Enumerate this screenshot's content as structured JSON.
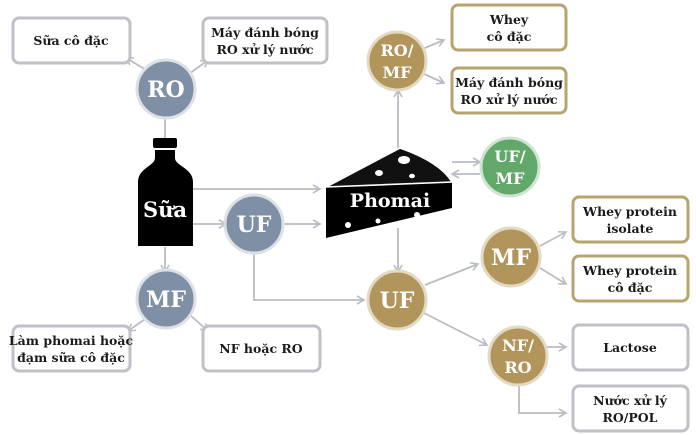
{
  "colors": {
    "gray_box": "#c0c1c7",
    "gold_box": "#b7a571",
    "blue_circle": "#7f8fa6",
    "gold_circle": "#b2955a",
    "green_circle": "#63a86b",
    "arrow": "#b9bcc5",
    "black": "#000000"
  },
  "icons": [
    "milk-bottle-icon",
    "cheese-wedge-icon"
  ],
  "milk": {
    "label": "Sữa"
  },
  "cheese": {
    "label": "Phomai"
  },
  "circles": {
    "ro_left": "RO",
    "mf_left": "MF",
    "uf_left": "UF",
    "romf_top": [
      "RO/",
      "MF"
    ],
    "ufmf_green": [
      "UF/",
      "MF"
    ],
    "uf_center": "UF",
    "mf_right": "MF",
    "nfro": [
      "NF/",
      "RO"
    ]
  },
  "boxes": {
    "sua_co_dac": [
      "Sữa cô đặc"
    ],
    "may_danh_bong_left": [
      "Máy đánh bóng",
      "RO xử lý nước"
    ],
    "lam_phomai": [
      "Làm phomai hoặc",
      "đạm sữa cô đặc"
    ],
    "nf_hoac_ro": [
      "NF hoặc RO"
    ],
    "whey_co_dac": [
      "Whey",
      "cô đặc"
    ],
    "may_danh_bong_right": [
      "Máy đánh bóng",
      "RO xử lý nước"
    ],
    "whey_protein_isolate": [
      "Whey protein",
      "isolate"
    ],
    "whey_protein_co_dac": [
      "Whey protein",
      "cô đặc"
    ],
    "lactose": [
      "Lactose"
    ],
    "nuoc_xu_ly": [
      "Nước xử lý",
      "RO/POL"
    ]
  }
}
